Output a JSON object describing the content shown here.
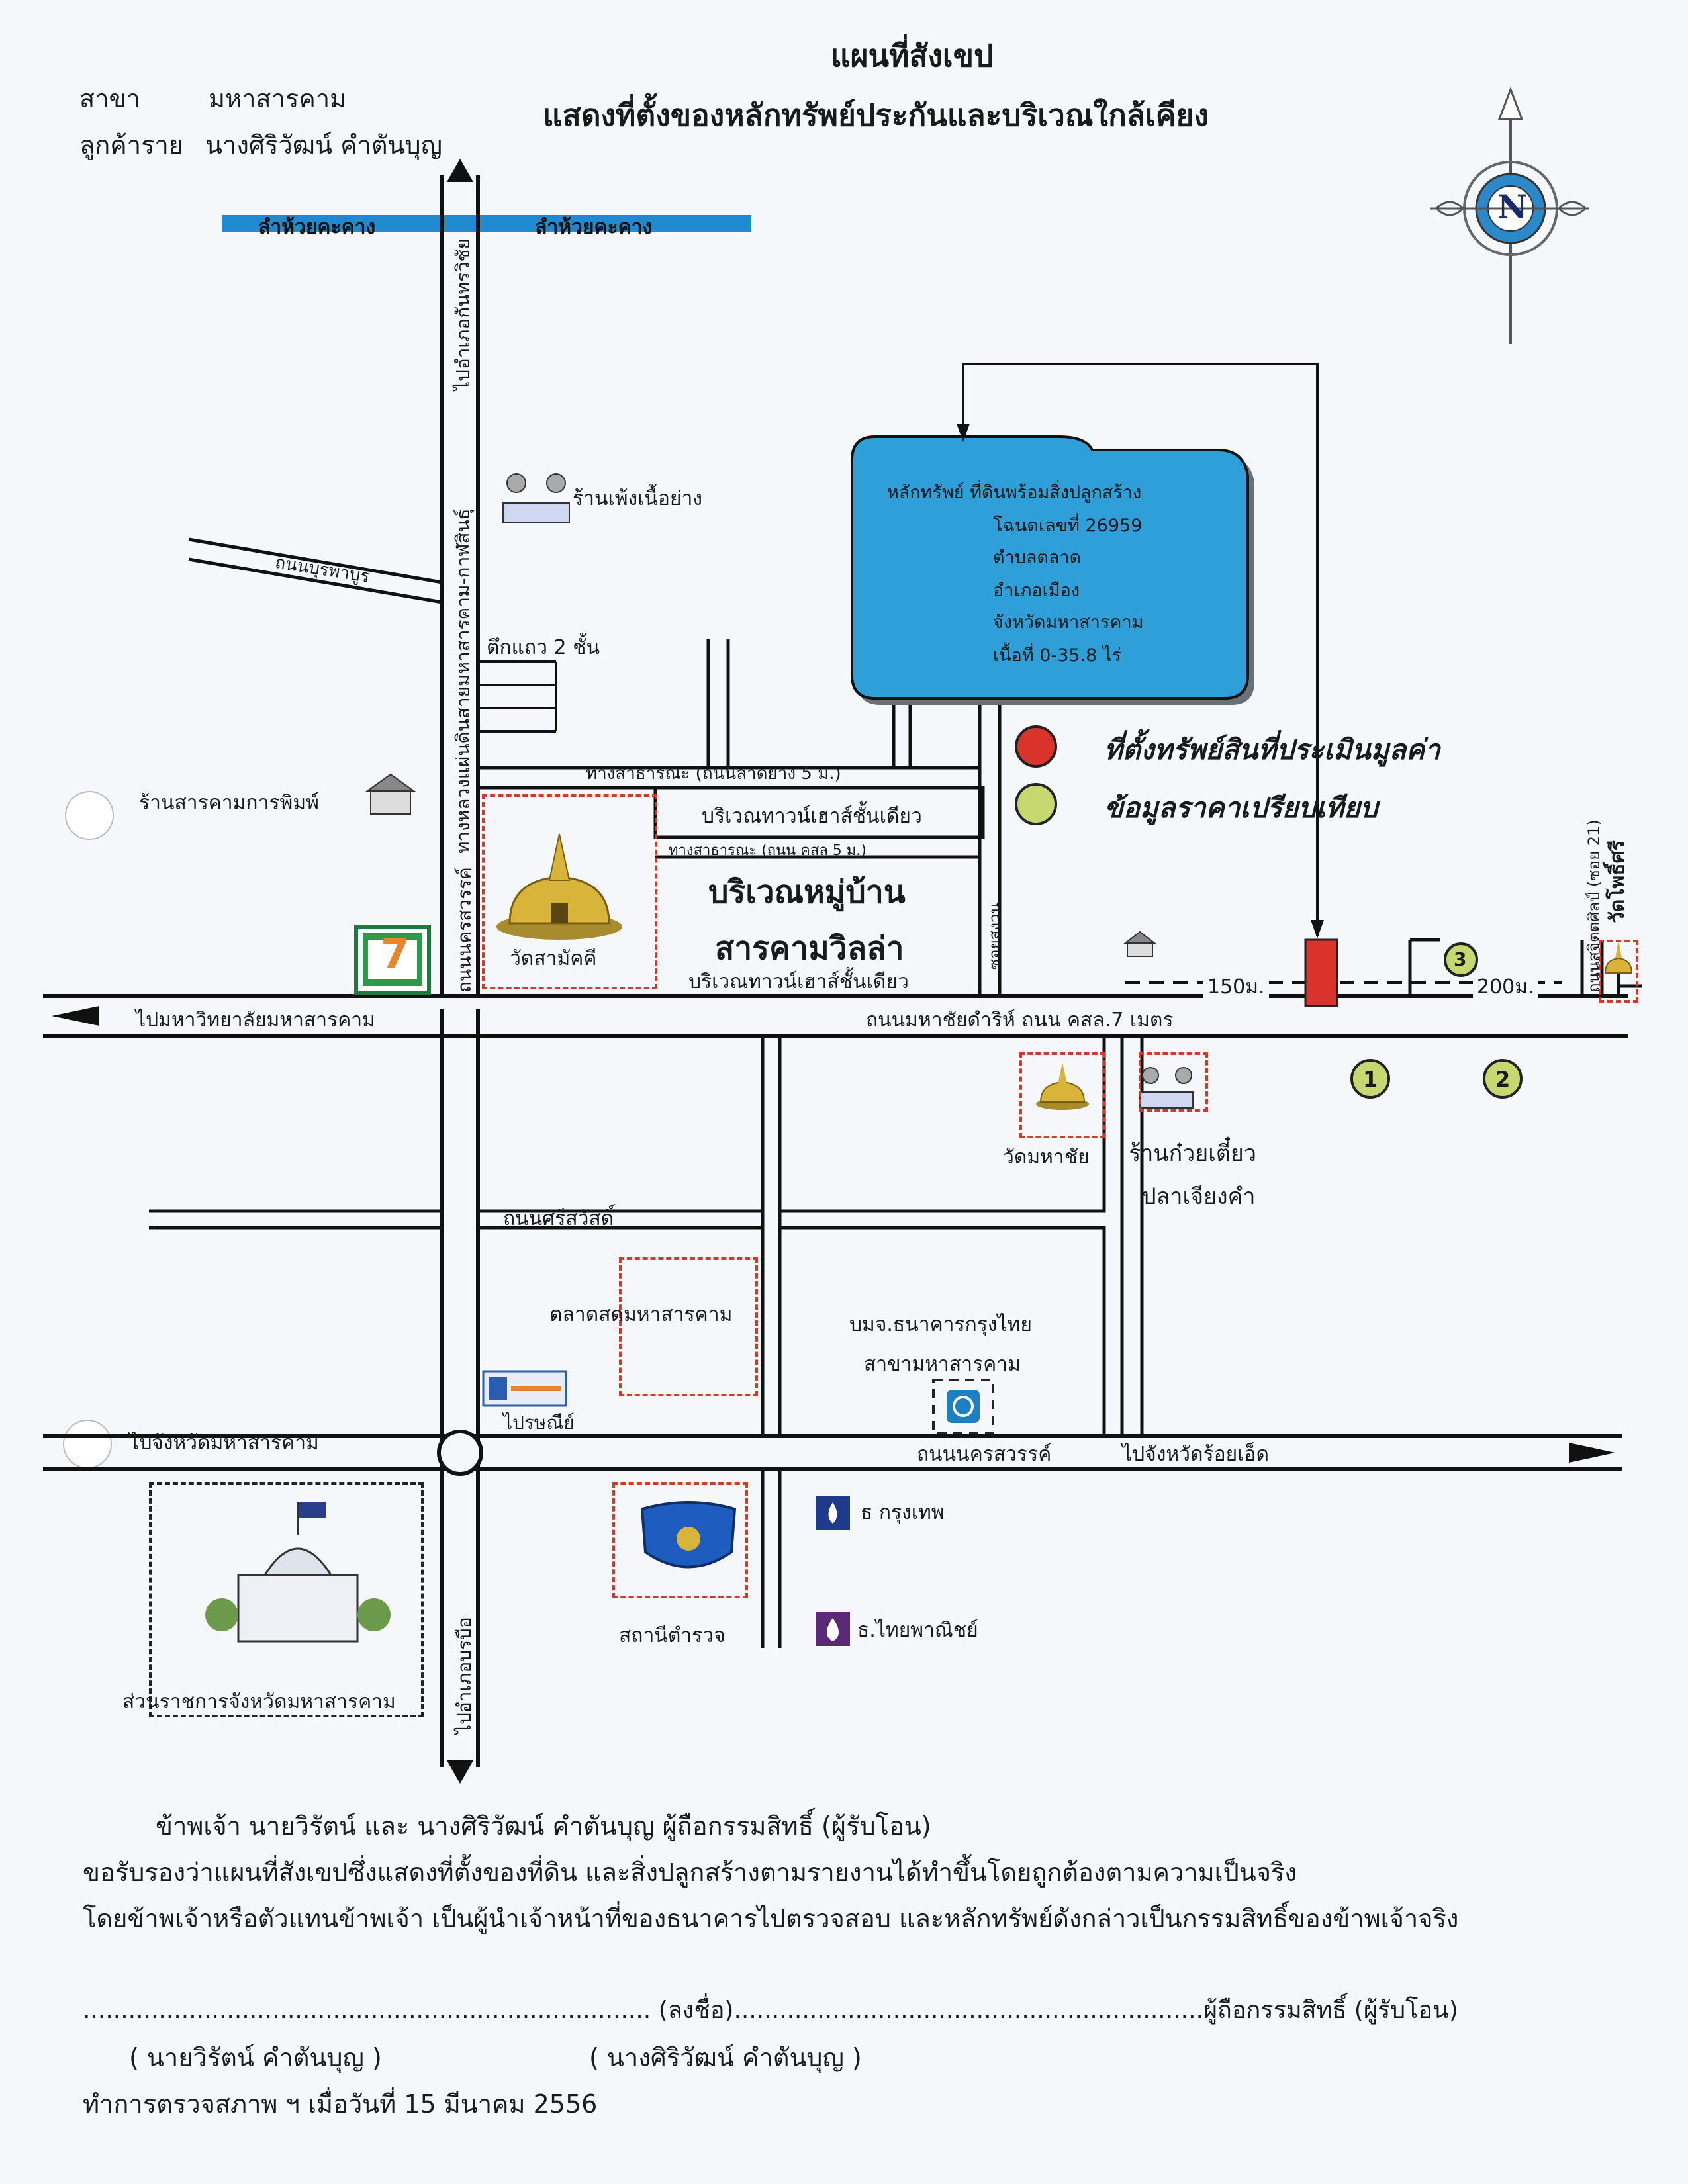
{
  "header": {
    "branch_label": "สาขา",
    "branch_value": "มหาสารคาม",
    "client_label": "ลูกค้าราย",
    "client_value": "นางศิริวัฒน์   คำตันบุญ",
    "title_1": "แผนที่สังเขป",
    "title_2": "แสดงที่ตั้งของหลักทรัพย์ประกันและบริเวณใกล้เคียง"
  },
  "compass": {
    "letter": "N"
  },
  "collateral_box": {
    "line1": "หลักทรัพย์ ที่ดินพร้อมสิ่งปลูกสร้าง",
    "line2": "โฉนดเลขที่ 26959",
    "line3": "ตำบลตลาด",
    "line4": "อำเภอเมือง",
    "line5": "จังหวัดมหาสารคาม",
    "line6": "เนื้อที่ 0-35.8 ไร่"
  },
  "legend": {
    "red_label": "ที่ตั้งทรัพย์สินที่ประเมินมูลค่า",
    "green_label": "ข้อมูลราคาเปรียบเทียบ",
    "red_color": "#d9332b",
    "green_color": "#c8d870"
  },
  "map_labels": {
    "creek_left": "ลำห้วยคะคาง",
    "creek_right": "ลำห้วยคะคาง",
    "to_kantharawichai": "ไปอำเภอกันทรวิชัย",
    "main_road_vertical": "ทางหลวงแผ่นดินสายมหาสารคาม-กาฬสินธุ์",
    "restaurant_top": "ร้านเพ้งเนื้อย่าง",
    "road_left": "ถนนบุรพาบูร",
    "shophouse": "ตึกแถว 2 ชั้น",
    "print_shop": "ร้านสารคามการพิมพ์",
    "public_way_1": "ทางสาธารณะ (ถนนลาดยาง 5 ม.)",
    "townhouse_1": "บริเวณทาวน์เฮาส์ชั้นเดียว",
    "public_way_2": "ทางสาธารณะ (ถนน คสล 5 ม.)",
    "village_1": "บริเวณหมู่บ้าน",
    "village_2": "สารคามวิลล่า",
    "townhouse_2": "บริเวณทาวน์เฮาส์ชั้นเดียว",
    "wat_samakkhi": "วัดสามัคคี",
    "road_nakhonsawan_v": "ถนนนครสวรรค์",
    "road_soi": "ซอยสงวน",
    "dist_150": "150ม.",
    "dist_200": "200ม.",
    "comp_1": "1",
    "comp_2": "2",
    "comp_3": "3",
    "soi_21": "ถนนสุจิตตศิลป์ (ซอย 21)",
    "wat_pho": "วัดโพธิ์ศรี",
    "to_university": "ไปมหาวิทยาลัยมหาสารคาม",
    "road_mahachai": "ถนนมหาชัยดำริห์  ถนน คสล.7 เมตร",
    "wat_mahachai": "วัดมหาชัย",
    "noodle_1": "ร้านก๋วยเตี๋ยว",
    "noodle_2": "ปลาเจียงคำ",
    "road_srisawat": "ถนนศรีสวัสดิ์",
    "market": "ตลาดสดมหาสารคาม",
    "ktb_1": "บมจ.ธนาคารกรุงไทย",
    "ktb_2": "สาขามหาสารคาม",
    "post": "ไปรษณีย์",
    "to_mahasarakham": "ไปจังหวัดมหาสารคาม",
    "road_nakhonsawan": "ถนนนครสวรรค์",
    "to_roiet": "ไปจังหวัดร้อยเอ็ด",
    "bbl": "ธ กรุงเทพ",
    "scb": "ธ.ไทยพาณิชย์",
    "police": "สถานีตำรวจ",
    "to_borabue": "ไปอำเภอบรบือ",
    "provincial_office": "ส่วนราชการจังหวัดมหาสารคาม",
    "seven_eleven": "7"
  },
  "certification": {
    "line1": "ข้าพเจ้า    นายวิรัตน์ และ นางศิริวัฒน์  คำตันบุญ    ผู้ถือกรรมสิทธิ์  (ผู้รับโอน)",
    "line2": "ขอรับรองว่าแผนที่สังเขปซึ่งแสดงที่ตั้งของที่ดิน และสิ่งปลูกสร้างตามรายงานได้ทำขึ้นโดยถูกต้องตามความเป็นจริง",
    "line3": "โดยข้าพเจ้าหรือตัวแทนข้าพเจ้า เป็นผู้นำเจ้าหน้าที่ของธนาคารไปตรวจสอบ และหลักทรัพย์ดังกล่าวเป็นกรรมสิทธิ์ของข้าพเจ้าจริง",
    "signature_line": "........................................................................... (ลงชื่อ)..............................................................ผู้ถือกรรมสิทธิ์  (ผู้รับโอน)",
    "name_1": "( นายวิรัตน์     คำตันบุญ  )",
    "name_2": "(   นางศิริวัฒน์        คำตันบุญ       )",
    "inspection_date": "ทำการตรวจสภาพ ฯ เมื่อวันที่   15  มีนาคม  2556"
  }
}
